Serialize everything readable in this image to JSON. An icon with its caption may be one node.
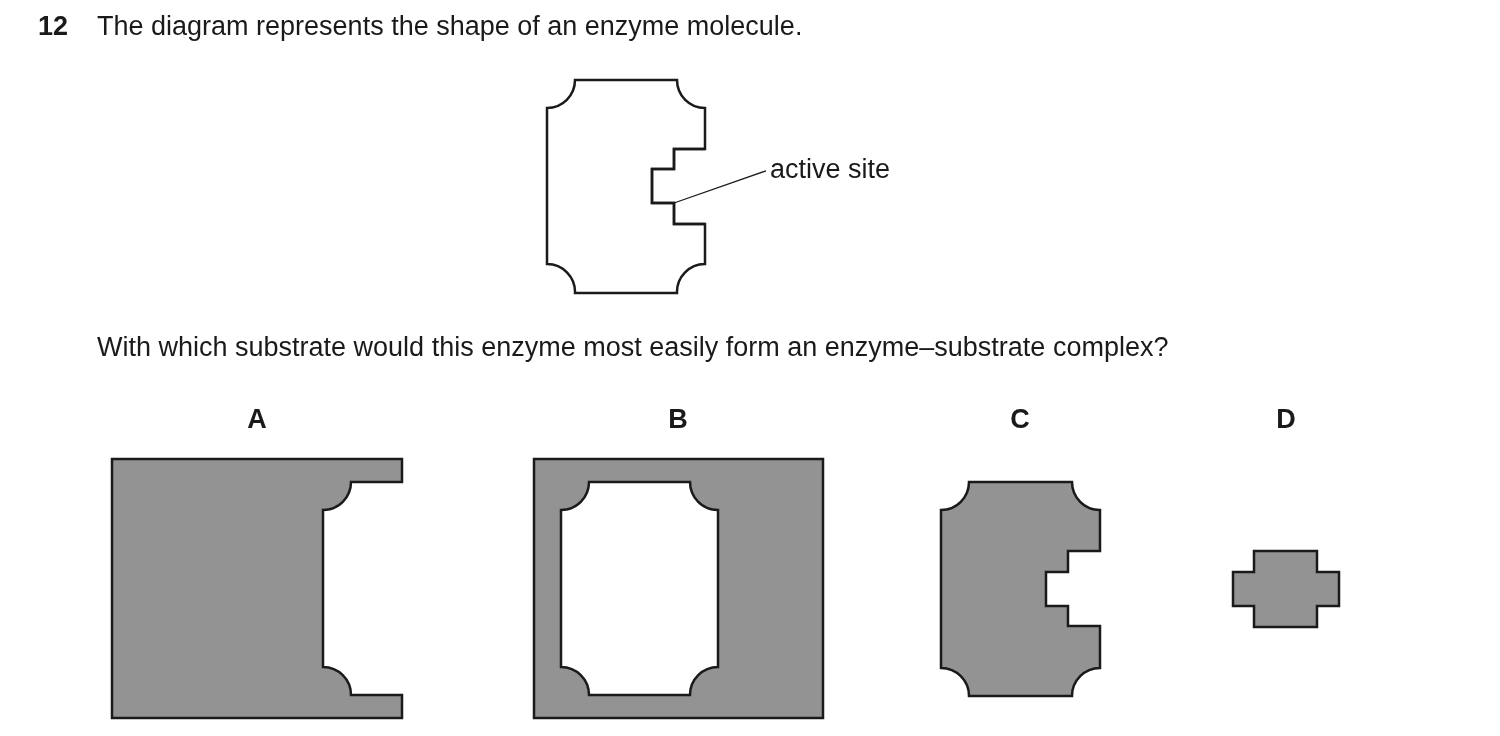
{
  "diagram": {
    "title": "The diagram represents the shape of an enzyme molecule.",
    "nodes": [
      {
        "text": [
          "active site"
        ]
      },
      {
        "text": [],
        "shape": "notch"
      }
    ],
    "edges": [
      {
        "from": 0,
        "to": 1,
        "arrow": "none"
      }
    ],
    "labels": [
      "12",
      "With which substrate would this enzyme most easily form an enzyme–substrate complex?",
      "A",
      "B",
      "C",
      "D"
    ]
  }
}
